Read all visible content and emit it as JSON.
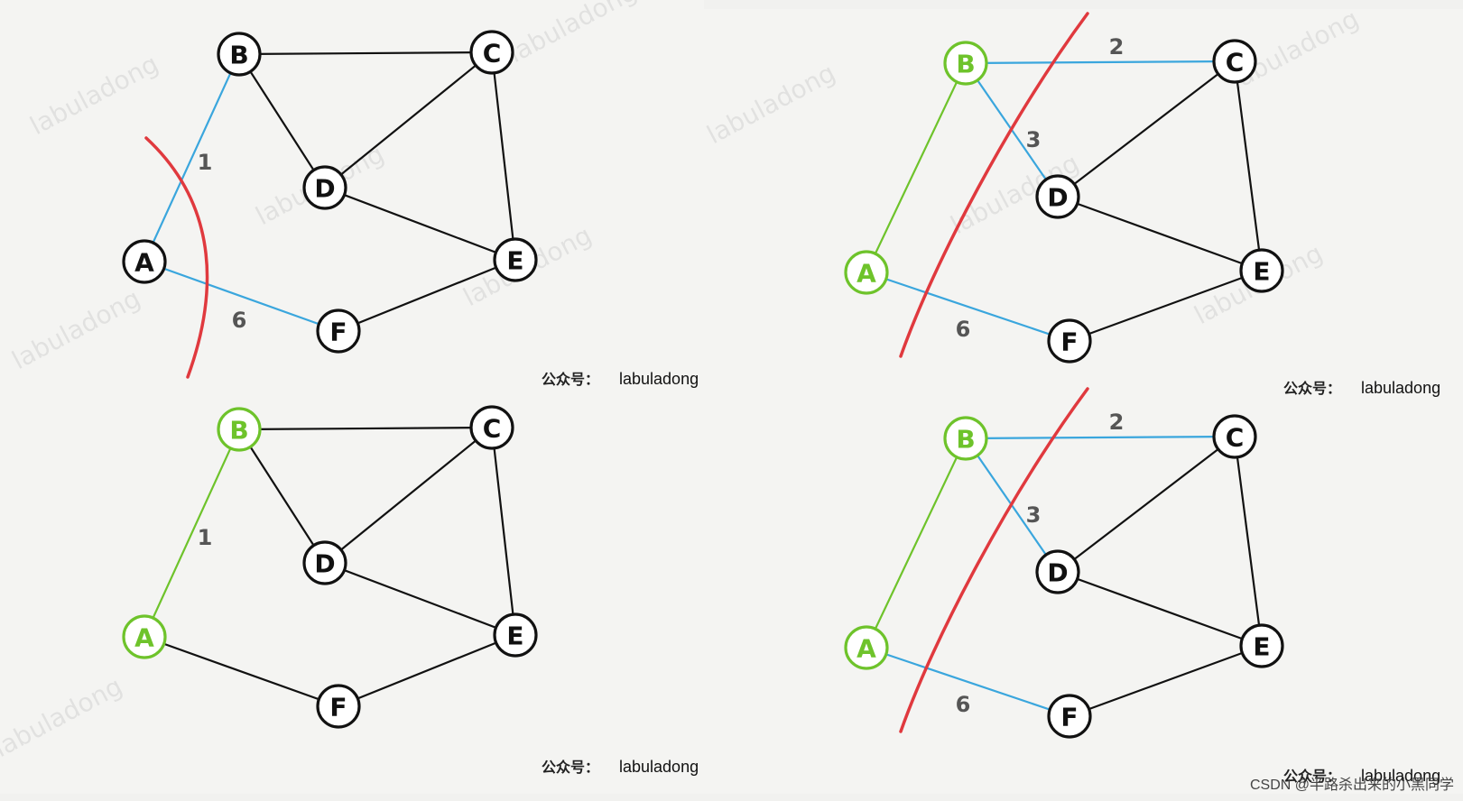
{
  "colors": {
    "default": "#111111",
    "selected": "#6ec32b",
    "candidate": "#3aa6dd",
    "cut": "#e0393e"
  },
  "watermark": "labuladong",
  "credit": {
    "mark": "公众号：",
    "name": "labuladong"
  },
  "footer": {
    "text": "CSDN @半路杀出来的小黑同学"
  },
  "panels": [
    {
      "id": "step-1",
      "nodes": [
        {
          "id": "A",
          "label": "A",
          "state": "default"
        },
        {
          "id": "B",
          "label": "B",
          "state": "default"
        },
        {
          "id": "C",
          "label": "C",
          "state": "default"
        },
        {
          "id": "D",
          "label": "D",
          "state": "default"
        },
        {
          "id": "E",
          "label": "E",
          "state": "default"
        },
        {
          "id": "F",
          "label": "F",
          "state": "default"
        }
      ],
      "edges": [
        {
          "from": "A",
          "to": "B",
          "weight": "1",
          "state": "candidate"
        },
        {
          "from": "A",
          "to": "F",
          "weight": "6",
          "state": "candidate"
        },
        {
          "from": "B",
          "to": "C",
          "weight": "",
          "state": "default"
        },
        {
          "from": "B",
          "to": "D",
          "weight": "",
          "state": "default"
        },
        {
          "from": "C",
          "to": "D",
          "weight": "",
          "state": "default"
        },
        {
          "from": "C",
          "to": "E",
          "weight": "",
          "state": "default"
        },
        {
          "from": "D",
          "to": "E",
          "weight": "",
          "state": "default"
        },
        {
          "from": "E",
          "to": "F",
          "weight": "",
          "state": "default"
        }
      ],
      "has_cut": true
    },
    {
      "id": "step-2",
      "nodes": [
        {
          "id": "A",
          "label": "A",
          "state": "selected"
        },
        {
          "id": "B",
          "label": "B",
          "state": "selected"
        },
        {
          "id": "C",
          "label": "C",
          "state": "default"
        },
        {
          "id": "D",
          "label": "D",
          "state": "default"
        },
        {
          "id": "E",
          "label": "E",
          "state": "default"
        },
        {
          "id": "F",
          "label": "F",
          "state": "default"
        }
      ],
      "edges": [
        {
          "from": "A",
          "to": "B",
          "weight": "",
          "state": "selected"
        },
        {
          "from": "A",
          "to": "F",
          "weight": "6",
          "state": "candidate"
        },
        {
          "from": "B",
          "to": "C",
          "weight": "2",
          "state": "candidate"
        },
        {
          "from": "B",
          "to": "D",
          "weight": "3",
          "state": "candidate"
        },
        {
          "from": "C",
          "to": "D",
          "weight": "",
          "state": "default"
        },
        {
          "from": "C",
          "to": "E",
          "weight": "",
          "state": "default"
        },
        {
          "from": "D",
          "to": "E",
          "weight": "",
          "state": "default"
        },
        {
          "from": "E",
          "to": "F",
          "weight": "",
          "state": "default"
        }
      ],
      "has_cut": true
    },
    {
      "id": "step-3",
      "nodes": [
        {
          "id": "A",
          "label": "A",
          "state": "selected"
        },
        {
          "id": "B",
          "label": "B",
          "state": "selected"
        },
        {
          "id": "C",
          "label": "C",
          "state": "default"
        },
        {
          "id": "D",
          "label": "D",
          "state": "default"
        },
        {
          "id": "E",
          "label": "E",
          "state": "default"
        },
        {
          "id": "F",
          "label": "F",
          "state": "default"
        }
      ],
      "edges": [
        {
          "from": "A",
          "to": "B",
          "weight": "1",
          "state": "selected"
        },
        {
          "from": "A",
          "to": "F",
          "weight": "",
          "state": "default"
        },
        {
          "from": "B",
          "to": "C",
          "weight": "",
          "state": "default"
        },
        {
          "from": "B",
          "to": "D",
          "weight": "",
          "state": "default"
        },
        {
          "from": "C",
          "to": "D",
          "weight": "",
          "state": "default"
        },
        {
          "from": "C",
          "to": "E",
          "weight": "",
          "state": "default"
        },
        {
          "from": "D",
          "to": "E",
          "weight": "",
          "state": "default"
        },
        {
          "from": "E",
          "to": "F",
          "weight": "",
          "state": "default"
        }
      ],
      "has_cut": false
    },
    {
      "id": "step-4",
      "nodes": [
        {
          "id": "A",
          "label": "A",
          "state": "selected"
        },
        {
          "id": "B",
          "label": "B",
          "state": "selected"
        },
        {
          "id": "C",
          "label": "C",
          "state": "default"
        },
        {
          "id": "D",
          "label": "D",
          "state": "default"
        },
        {
          "id": "E",
          "label": "E",
          "state": "default"
        },
        {
          "id": "F",
          "label": "F",
          "state": "default"
        }
      ],
      "edges": [
        {
          "from": "A",
          "to": "B",
          "weight": "",
          "state": "selected"
        },
        {
          "from": "A",
          "to": "F",
          "weight": "6",
          "state": "candidate"
        },
        {
          "from": "B",
          "to": "C",
          "weight": "2",
          "state": "candidate"
        },
        {
          "from": "B",
          "to": "D",
          "weight": "3",
          "state": "candidate"
        },
        {
          "from": "C",
          "to": "D",
          "weight": "",
          "state": "default"
        },
        {
          "from": "C",
          "to": "E",
          "weight": "",
          "state": "default"
        },
        {
          "from": "D",
          "to": "E",
          "weight": "",
          "state": "default"
        },
        {
          "from": "E",
          "to": "F",
          "weight": "",
          "state": "default"
        }
      ],
      "has_cut": true
    }
  ]
}
